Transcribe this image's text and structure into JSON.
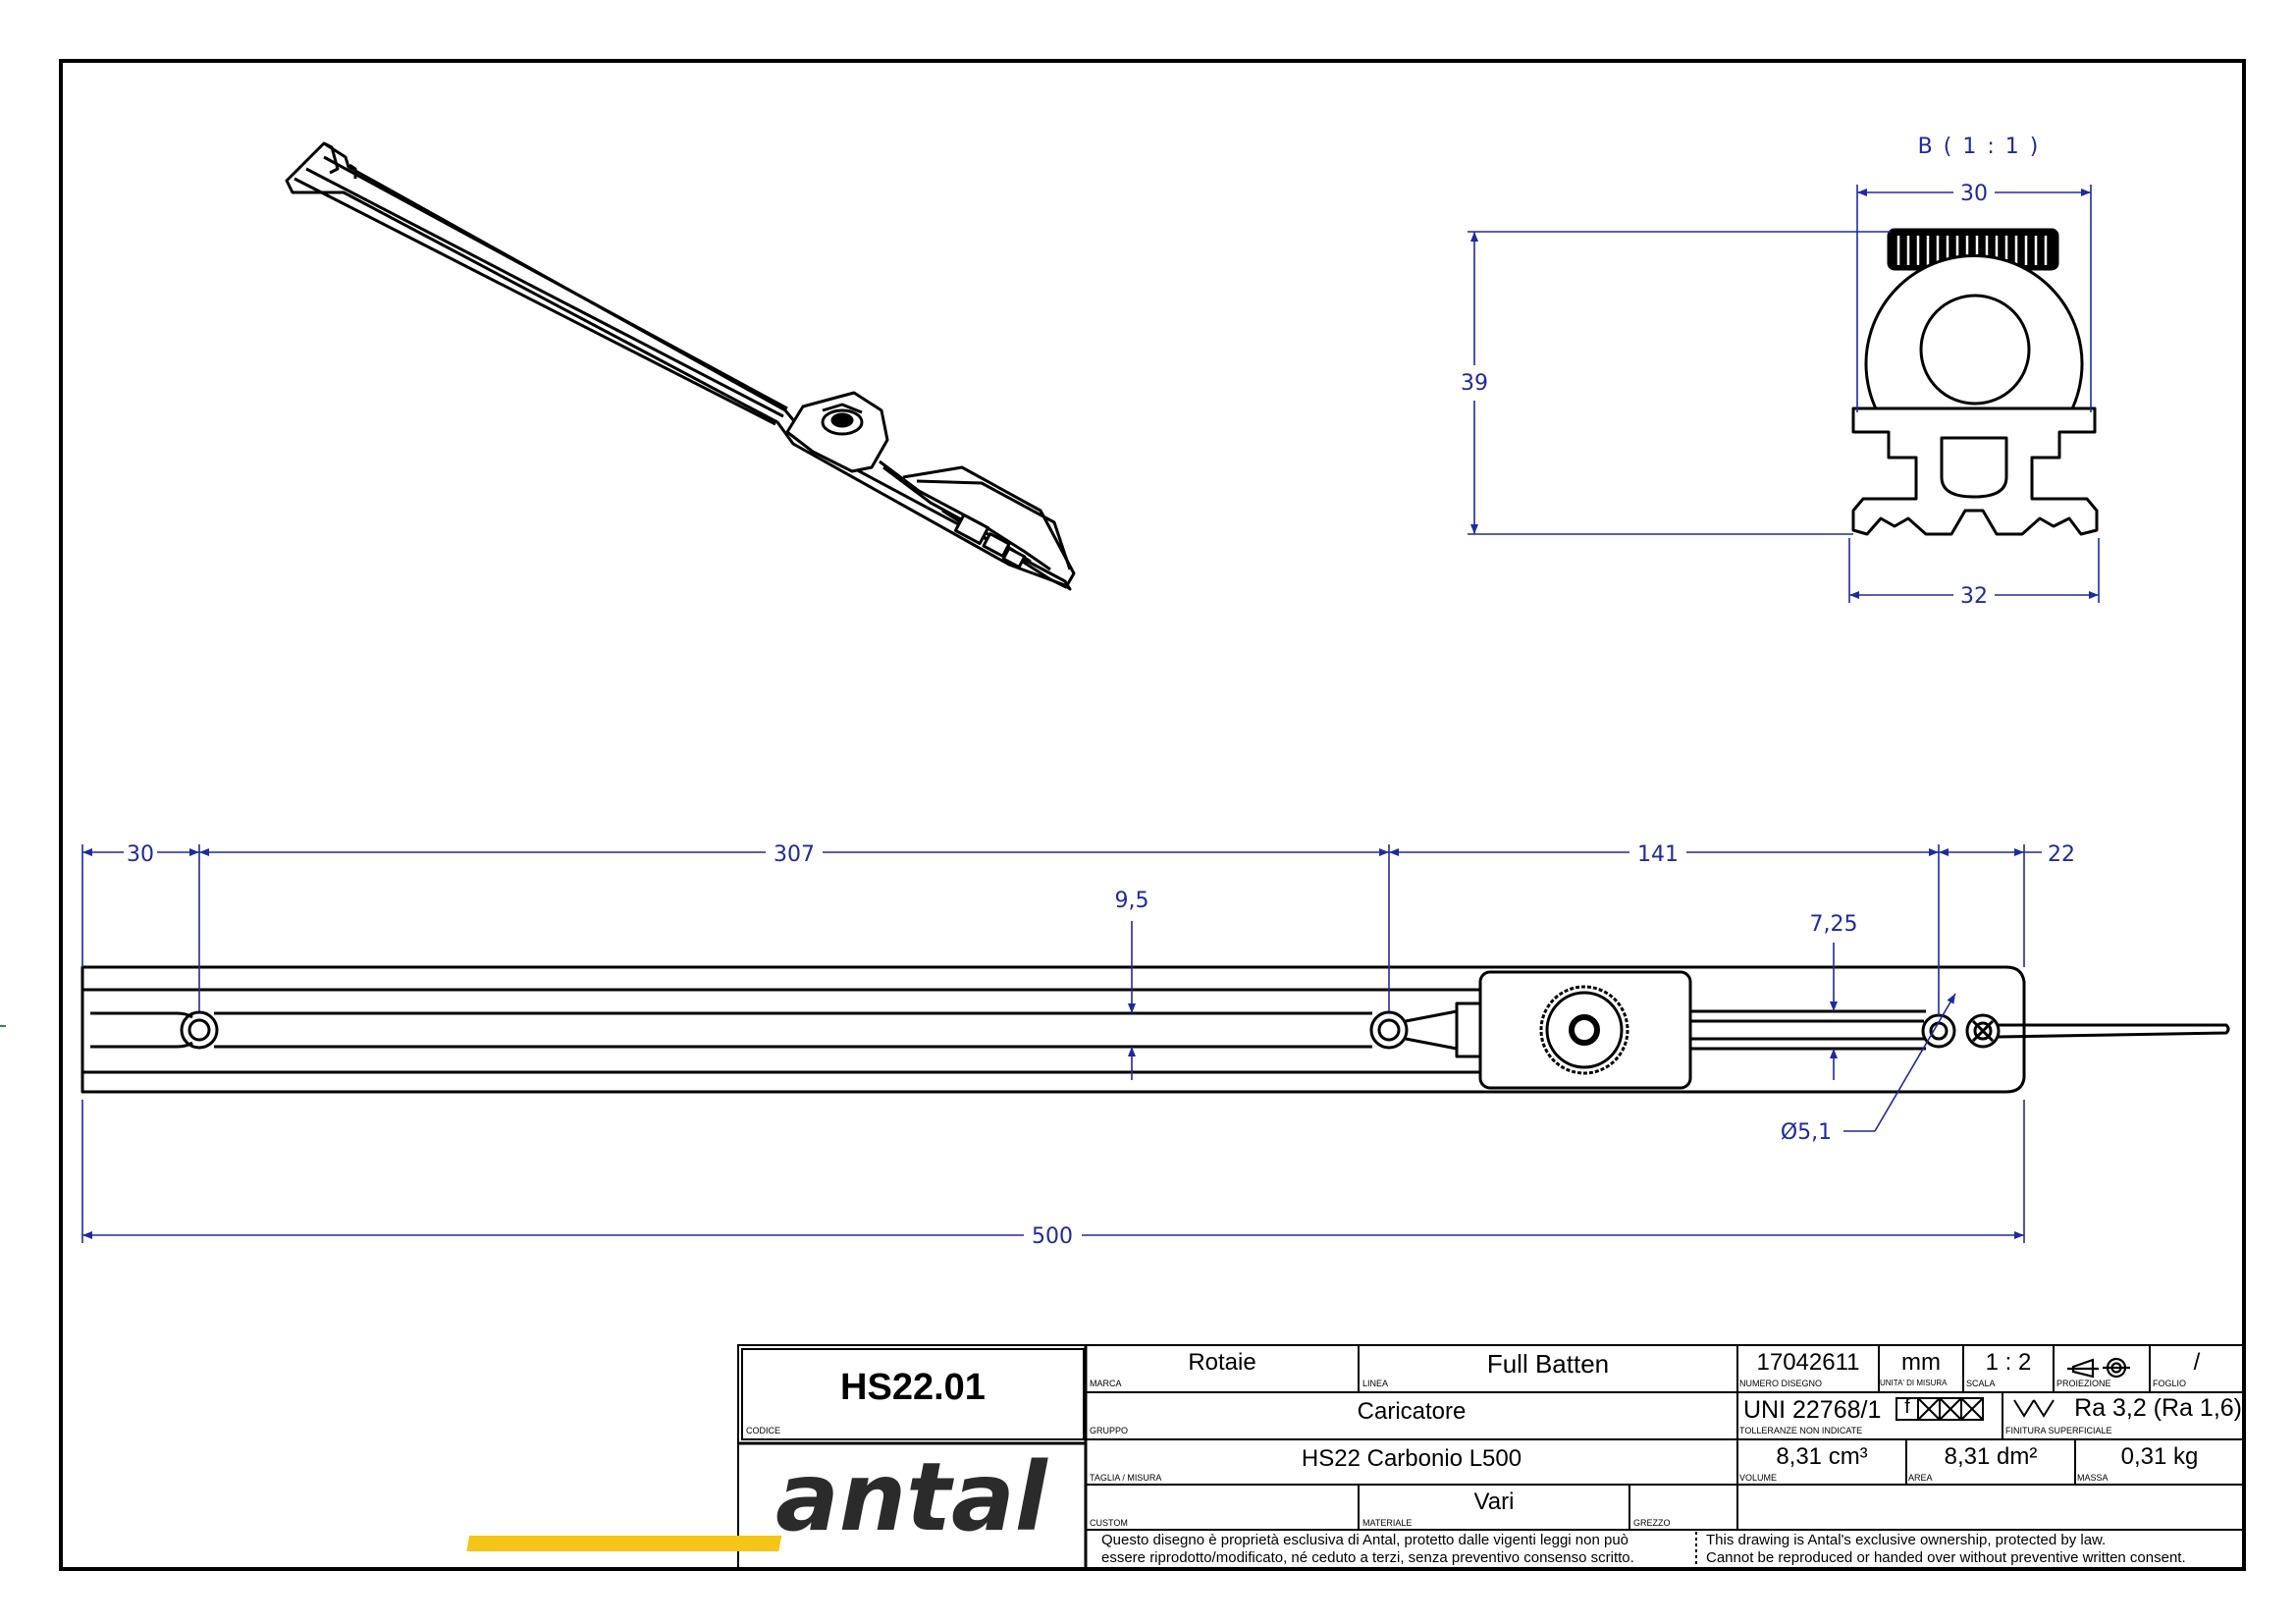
{
  "views": {
    "section_label": "B ( 1 : 1 )"
  },
  "dimensions": {
    "detail_width_top": "30",
    "detail_height": "39",
    "detail_width_bottom": "32",
    "seg1": "30",
    "seg2": "307",
    "seg3": "141",
    "seg4": "22",
    "slot_width": "9,5",
    "wire_gap": "7,25",
    "hole_diameter": "Ø5,1",
    "overall_length": "500"
  },
  "title_block": {
    "code": "HS22.01",
    "code_label": "CODICE",
    "brand_label": "MARCA",
    "brand": "Rotaie",
    "line_label": "LINEA",
    "line": "Full Batten",
    "group_label": "GRUPPO",
    "group": "Caricatore",
    "size_label": "TAGLIA / MISURA",
    "size": "HS22 Carbonio L500",
    "custom_label": "CUSTOM",
    "material_label": "MATERIALE",
    "material": "Vari",
    "raw_label": "GREZZO",
    "drawing_number": "17042611",
    "drawing_number_label": "NUMERO DISEGNO",
    "unit": "mm",
    "unit_label": "UNITA' DI MISURA",
    "scale": "1 : 2",
    "scale_label": "SCALA",
    "projection_label": "PROIEZIONE",
    "sheet": "/",
    "sheet_label": "FOGLIO",
    "tolerance": "UNI 22768/1",
    "tolerance_class": "f",
    "tolerance_label": "TOLLERANZE NON INDICATE",
    "finish": "Ra 3,2 (Ra 1,6)",
    "finish_label": "FINITURA SUPERFICIALE",
    "volume": "8,31 cm³",
    "volume_label": "VOLUME",
    "area": "8,31 dm²",
    "area_label": "AREA",
    "mass": "0,31 kg",
    "mass_label": "MASSA",
    "logo_text": "antal",
    "legal_it_1": "Questo disegno è proprietà esclusiva di Antal, protetto dalle vigenti leggi non può",
    "legal_it_2": "essere riprodotto/modificato, né ceduto a terzi, senza preventivo consenso scritto.",
    "legal_en_1": "This drawing is Antal's exclusive ownership, protected by law.",
    "legal_en_2": "Cannot be reproduced or handed over without preventive written consent."
  },
  "colors": {
    "dimension": "#1f2a9e",
    "logo_dark": "#2b2b2b",
    "logo_accent": "#f5c518"
  }
}
